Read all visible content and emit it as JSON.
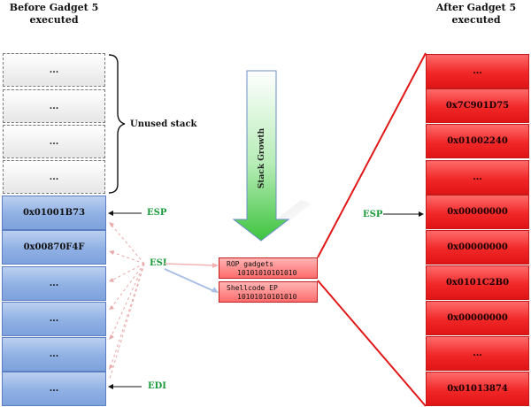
{
  "titles": {
    "before": "Before Gadget 5 executed",
    "after": "After Gadget 5 executed"
  },
  "before_stack": {
    "unused_cells": [
      "...",
      "...",
      "...",
      "..."
    ],
    "unused_label": "Unused stack",
    "cells": [
      "0x01001B73",
      "0x00870F4F",
      "...",
      "...",
      "...",
      "..."
    ]
  },
  "after_stack": {
    "cells": [
      "...",
      "0x7C901D75",
      "0x01002240",
      "...",
      "0x00000000",
      "0x00000000",
      "0x0101C2B0",
      "0x00000000",
      "...",
      "0x01013874"
    ]
  },
  "registers": {
    "esp_left": "ESP",
    "esi": "ESI",
    "edi": "EDI",
    "esp_right": "ESP"
  },
  "middle": {
    "rop_label": "ROP gadgets",
    "rop_bits": "10101010101010",
    "shellcode_label": "Shellcode EP",
    "shellcode_bits": "10101010101010"
  },
  "growth_label": "Stack Growth",
  "colors": {
    "register_label": "#1a9a3a",
    "stack_blue": "#8fb0e4",
    "stack_red": "#f12828",
    "arrow_green": "#4fc94f"
  }
}
